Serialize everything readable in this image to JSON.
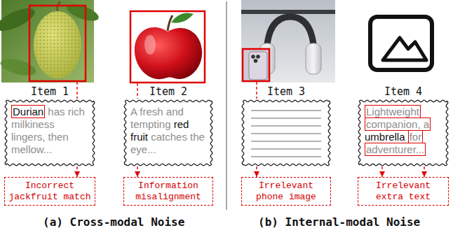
{
  "diagram": {
    "nodes": [
      {
        "text": [
          "Item 1",
          "Durian",
          "has rich milkiness lingers, then mellow..."
        ]
      },
      {
        "text": [
          "Incorrect jackfruit match"
        ]
      },
      {
        "text": [
          "Item 2",
          "A fresh and tempting",
          "red fruit",
          "catches the eye..."
        ]
      },
      {
        "text": [
          "Information misalignment"
        ]
      },
      {
        "text": [
          "Item 3"
        ]
      },
      {
        "text": [
          "Irrelevant phone image"
        ]
      },
      {
        "text": [
          "Item 4",
          "Lightweight companion, a",
          "umbrella",
          "for adventurer..."
        ]
      },
      {
        "text": [
          "Irrelevant extra text"
        ]
      }
    ],
    "edges": [
      {
        "from": 0,
        "to": 1,
        "arrow": "to"
      },
      {
        "from": 2,
        "to": 3,
        "arrow": "to"
      },
      {
        "from": 4,
        "to": 5,
        "arrow": "to"
      },
      {
        "from": 6,
        "to": 7,
        "arrow": "to"
      },
      {
        "from": 6,
        "to": 7,
        "arrow": "to"
      }
    ],
    "labels": [
      "(a) Cross-modal Noise",
      "(b) Internal-modal Noise"
    ]
  }
}
